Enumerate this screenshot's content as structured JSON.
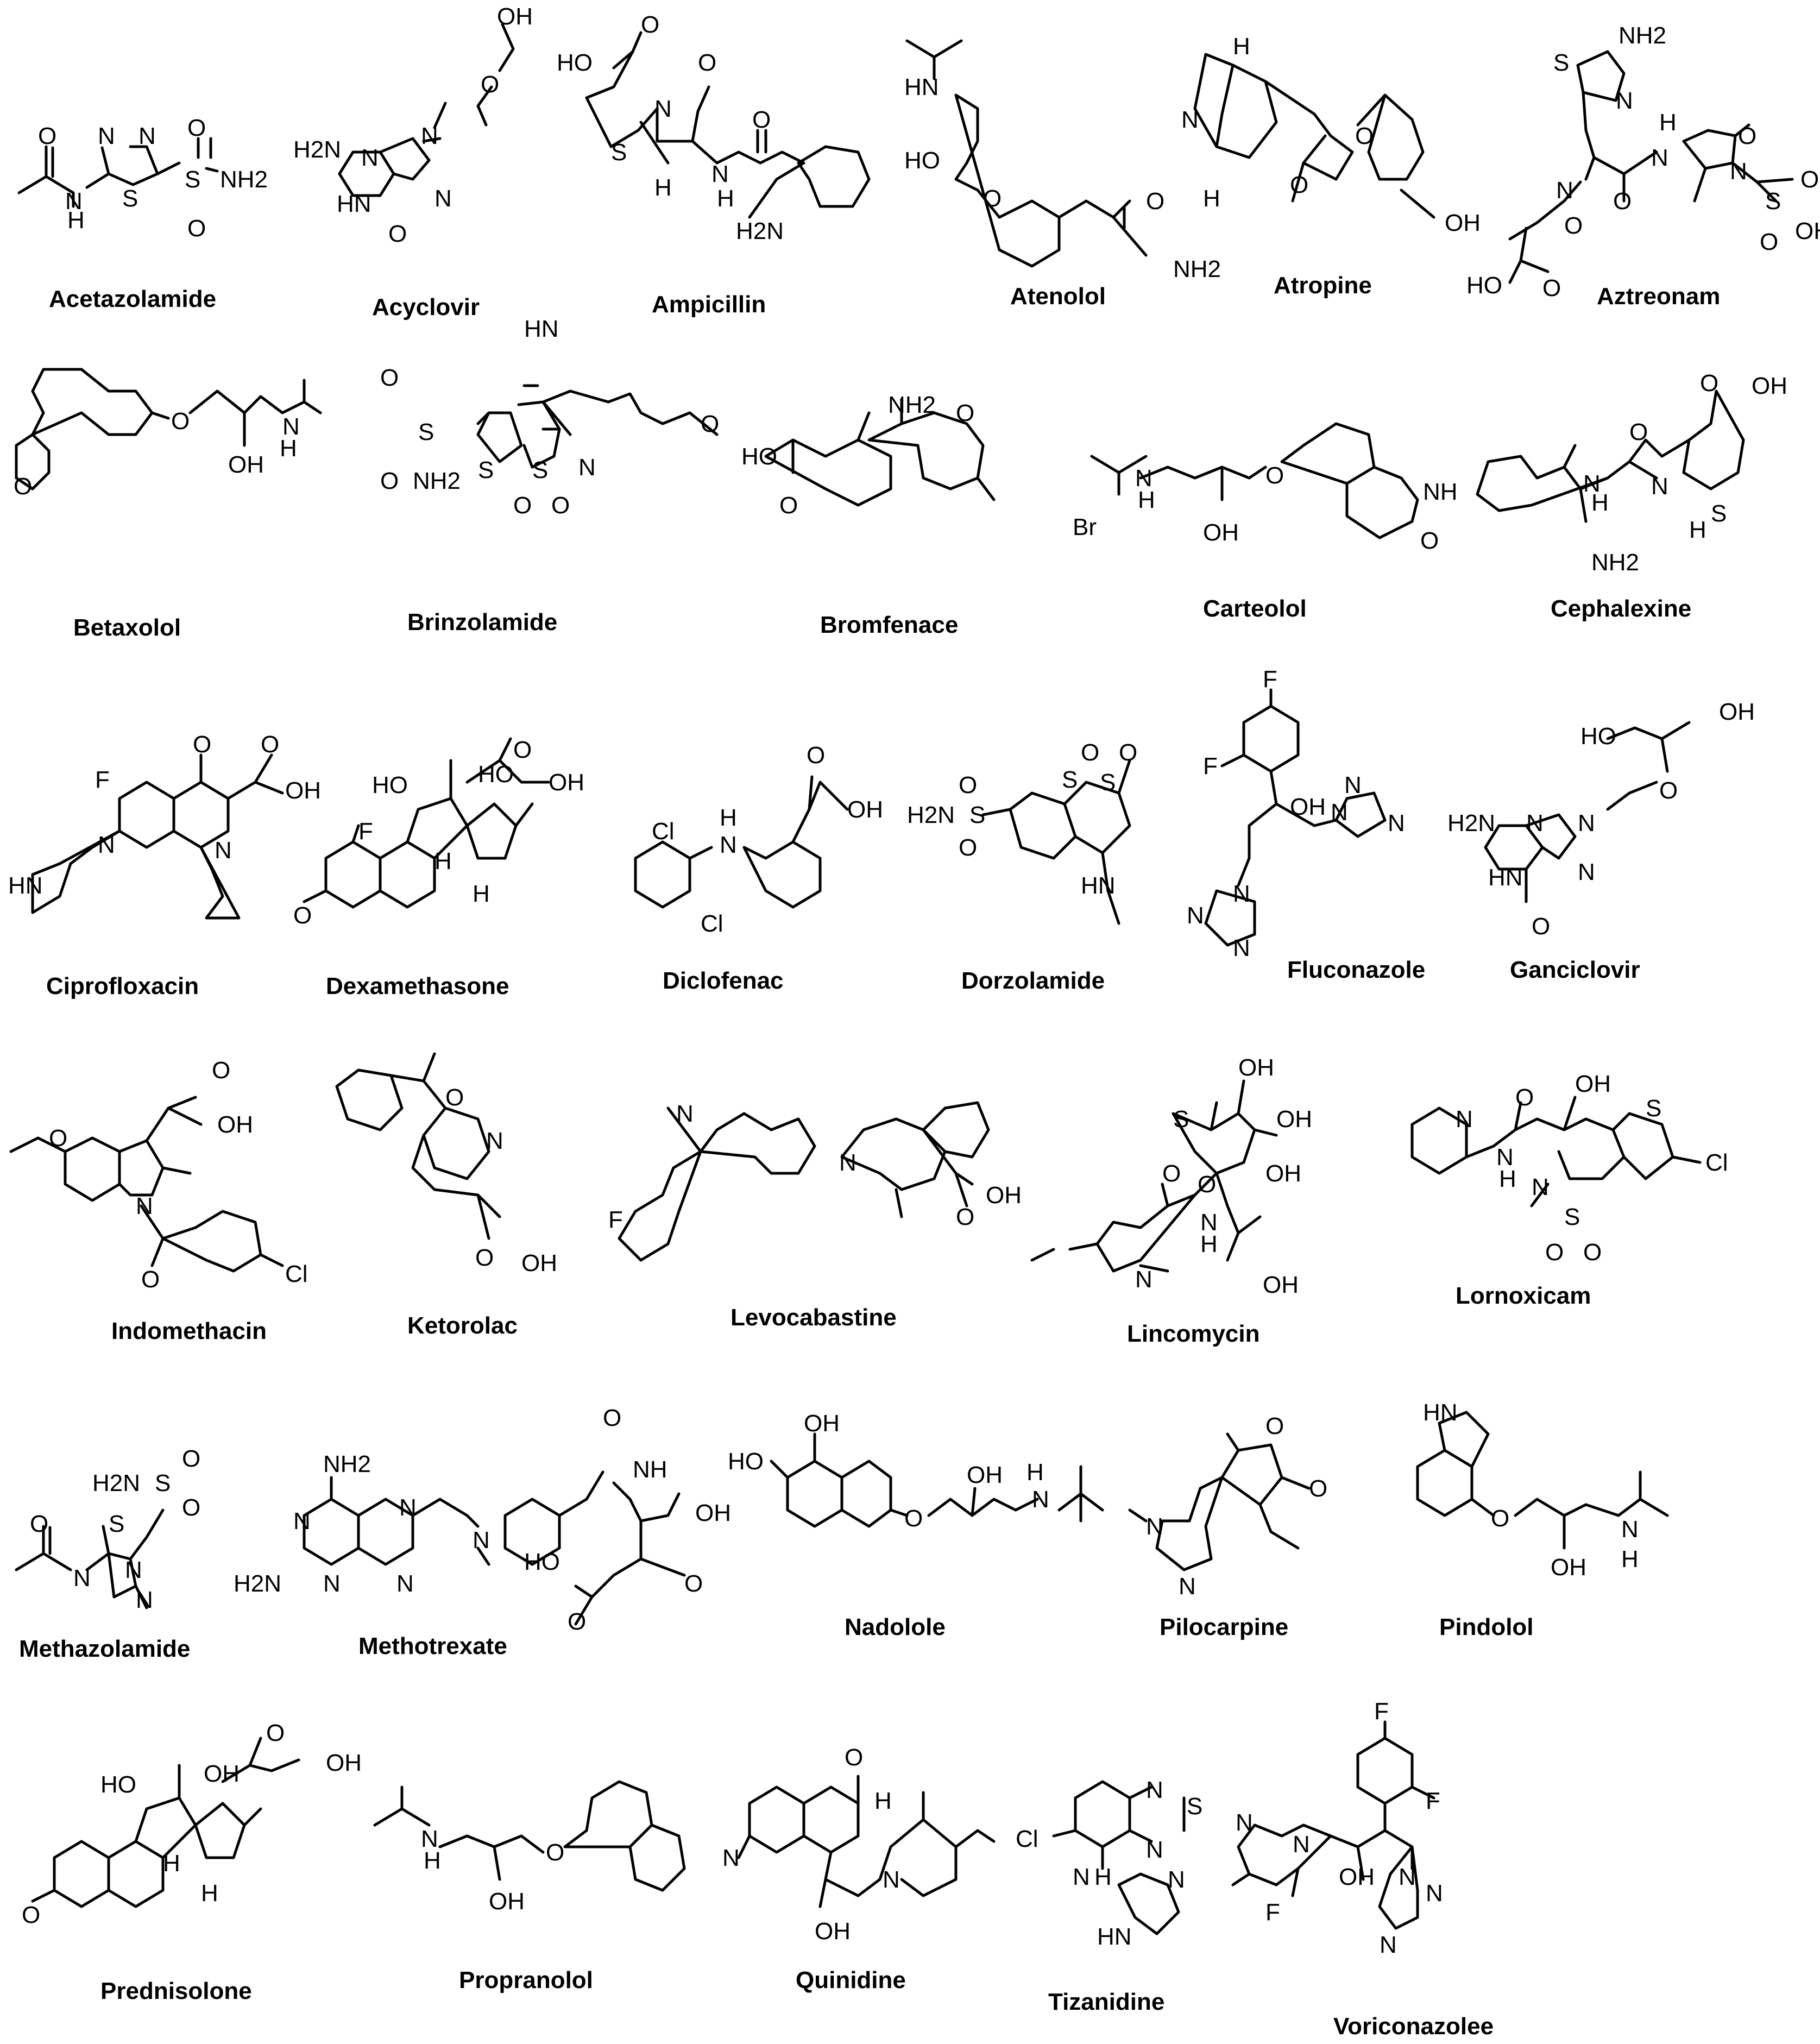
{
  "compounds": [
    {
      "name": "Acetazolamide",
      "atoms": [
        "O",
        "N",
        "H",
        "N",
        "N",
        "S",
        "S",
        "O",
        "O",
        "NH2"
      ]
    },
    {
      "name": "Acyclovir",
      "atoms": [
        "OH",
        "O",
        "H2N",
        "N",
        "N",
        "HN",
        "N",
        "O"
      ]
    },
    {
      "name": "Ampicillin",
      "atoms": [
        "HO",
        "O",
        "N",
        "O",
        "S",
        "H",
        "N",
        "H",
        "O",
        "H2N"
      ]
    },
    {
      "name": "Atenolol",
      "atoms": [
        "HN",
        "HO",
        "O",
        "O",
        "NH2"
      ]
    },
    {
      "name": "Atropine",
      "atoms": [
        "H",
        "N",
        "H",
        "O",
        "O",
        "OH"
      ]
    },
    {
      "name": "Aztreonam",
      "atoms": [
        "NH2",
        "S",
        "N",
        "N",
        "O",
        "H",
        "N",
        "O",
        "N",
        "O",
        "HO",
        "O",
        "S",
        "O",
        "OH",
        "O"
      ]
    },
    {
      "name": "Betaxolol",
      "atoms": [
        "O",
        "O",
        "OH",
        "N",
        "H"
      ]
    },
    {
      "name": "Brinzolamide",
      "atoms": [
        "HN",
        "O",
        "S",
        "O",
        "NH2",
        "S",
        "S",
        "O",
        "O",
        "N",
        "O"
      ]
    },
    {
      "name": "Bromfenace",
      "atoms": [
        "NH2",
        "O",
        "HO",
        "O",
        "Br"
      ]
    },
    {
      "name": "Carteolol",
      "atoms": [
        "N",
        "H",
        "OH",
        "O",
        "NH",
        "O"
      ]
    },
    {
      "name": "Cephalexine",
      "atoms": [
        "O",
        "OH",
        "O",
        "N",
        "N",
        "H",
        "H",
        "S",
        "NH2"
      ]
    },
    {
      "name": "Ciprofloxacin",
      "atoms": [
        "F",
        "O",
        "O",
        "OH",
        "N",
        "HN",
        "N"
      ]
    },
    {
      "name": "Dexamethasone",
      "atoms": [
        "HO",
        "HO",
        "O",
        "OH",
        "F",
        "H",
        "H",
        "O"
      ]
    },
    {
      "name": "Diclofenac",
      "atoms": [
        "Cl",
        "H",
        "N",
        "O",
        "OH",
        "Cl"
      ]
    },
    {
      "name": "Dorzolamide",
      "atoms": [
        "O",
        "S",
        "O",
        "S",
        "H2N",
        "S",
        "O",
        "O",
        "HN"
      ]
    },
    {
      "name": "Fluconazole",
      "atoms": [
        "F",
        "F",
        "OH",
        "N",
        "N",
        "N",
        "N",
        "N",
        "N"
      ]
    },
    {
      "name": "Ganciclovir",
      "atoms": [
        "HO",
        "OH",
        "O",
        "H2N",
        "N",
        "N",
        "HN",
        "N",
        "O"
      ]
    },
    {
      "name": "Indomethacin",
      "atoms": [
        "O",
        "OH",
        "O",
        "N",
        "O",
        "Cl"
      ]
    },
    {
      "name": "Ketorolac",
      "atoms": [
        "O",
        "N",
        "O",
        "OH"
      ]
    },
    {
      "name": "Levocabastine",
      "atoms": [
        "N",
        "F",
        "N",
        "O",
        "OH"
      ]
    },
    {
      "name": "Lincomycin",
      "atoms": [
        "OH",
        "S",
        "OH",
        "O",
        "OH",
        "O",
        "N",
        "H",
        "N",
        "OH"
      ]
    },
    {
      "name": "Lornoxicam",
      "atoms": [
        "N",
        "O",
        "OH",
        "S",
        "N",
        "H",
        "N",
        "Cl",
        "S",
        "O",
        "O"
      ]
    },
    {
      "name": "Methazolamide",
      "atoms": [
        "H2N",
        "S",
        "O",
        "O",
        "S",
        "O",
        "N",
        "N",
        "N"
      ]
    },
    {
      "name": "Methotrexate",
      "atoms": [
        "NH2",
        "O",
        "NH",
        "N",
        "N",
        "N",
        "OH",
        "H2N",
        "N",
        "N",
        "O",
        "HO",
        "O"
      ]
    },
    {
      "name": "Nadolole",
      "atoms": [
        "OH",
        "HO",
        "OH",
        "H",
        "O",
        "N"
      ]
    },
    {
      "name": "Pilocarpine",
      "atoms": [
        "O",
        "O",
        "N",
        "N"
      ]
    },
    {
      "name": "Pindolol",
      "atoms": [
        "HN",
        "O",
        "H",
        "N",
        "OH"
      ]
    },
    {
      "name": "Prednisolone",
      "atoms": [
        "O",
        "OH",
        "HO",
        "OH",
        "H",
        "H",
        "O"
      ]
    },
    {
      "name": "Propranolol",
      "atoms": [
        "N",
        "H",
        "O",
        "OH"
      ]
    },
    {
      "name": "Quinidine",
      "atoms": [
        "O",
        "H",
        "N",
        "N",
        "OH"
      ]
    },
    {
      "name": "Tizanidine",
      "atoms": [
        "N",
        "S",
        "N",
        "Cl",
        "N",
        "H",
        "N",
        "HN"
      ]
    },
    {
      "name": "Voriconazolee",
      "atoms": [
        "F",
        "N",
        "N",
        "F",
        "F",
        "OH",
        "N",
        "N",
        "N"
      ]
    }
  ]
}
